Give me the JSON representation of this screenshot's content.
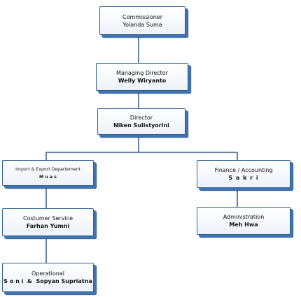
{
  "org": {
    "commissioner": {
      "role": "Commissioner",
      "name": "Yolanda Suma"
    },
    "managing_director": {
      "role": "Managing Director",
      "name": "Welly Wiryanto"
    },
    "director": {
      "role": "Director",
      "name": "Niken Sulistyorini"
    },
    "import_export": {
      "role": "Import & Export Departement",
      "name": "M u a s"
    },
    "finance": {
      "role": "Finance / Accounting",
      "name": "S a k r i"
    },
    "customer_service": {
      "role": "Costumer Service",
      "name": "Farhan Yumni"
    },
    "administration": {
      "role": "Administration",
      "name": "Meh Hwa"
    },
    "operational": {
      "role": "Operational",
      "name": "S o n i  &  Sopyan Supriatna"
    }
  },
  "colors": {
    "line": "#2f5d8a",
    "box_border": "#2e5f8e",
    "shadow": "#3e74b3"
  }
}
